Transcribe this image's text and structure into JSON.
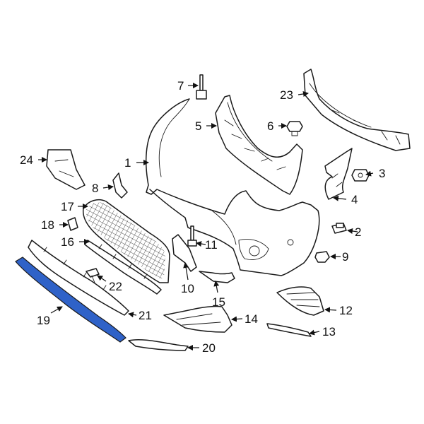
{
  "highlight_color": "#2f62c8",
  "highlighted_part": "19",
  "callouts": {
    "c1": "1",
    "c2": "2",
    "c3": "3",
    "c4": "4",
    "c5": "5",
    "c6": "6",
    "c7": "7",
    "c8": "8",
    "c9": "9",
    "c10": "10",
    "c11": "11",
    "c12": "12",
    "c13": "13",
    "c14": "14",
    "c15": "15",
    "c16": "16",
    "c17": "17",
    "c18": "18",
    "c19": "19",
    "c20": "20",
    "c21": "21",
    "c22": "22",
    "c23": "23",
    "c24": "24"
  }
}
